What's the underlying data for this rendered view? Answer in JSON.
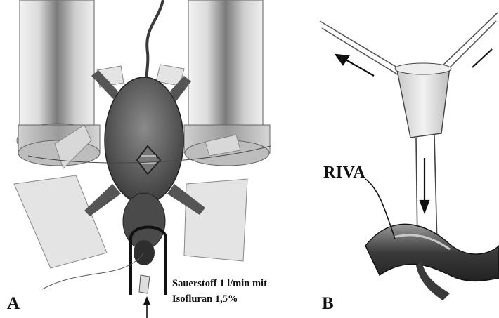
{
  "panel_a": {
    "letter": "A",
    "gas_line_1": "Sauerstoff 1 l/min mit",
    "gas_line_2": "Isofluran 1,5%"
  },
  "panel_b": {
    "letter": "B",
    "vessel_label": "RIVA"
  },
  "icons": [
    "rat-illustration",
    "support-cylinder-icon",
    "tape-strip-icon",
    "arrow-icon",
    "heart-vessel-icon",
    "retractor-icon"
  ]
}
